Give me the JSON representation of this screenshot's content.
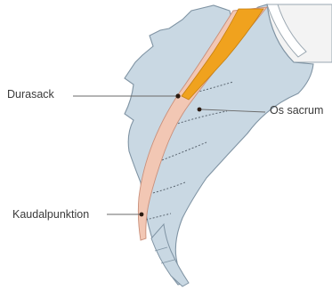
{
  "labels": {
    "durasack": "Durasack",
    "os_sacrum": "Os sacrum",
    "kaudalpunktion": "Kaudalpunktion"
  },
  "colors": {
    "bone": "#c9d8e3",
    "bone_outline": "#7f93a3",
    "dura": "#f2c7b4",
    "spinal_canal": "#f0a21e",
    "leader_line": "#6a6a6a",
    "marker": "#2b1a10",
    "background_tissue": "#f4f4f4"
  }
}
